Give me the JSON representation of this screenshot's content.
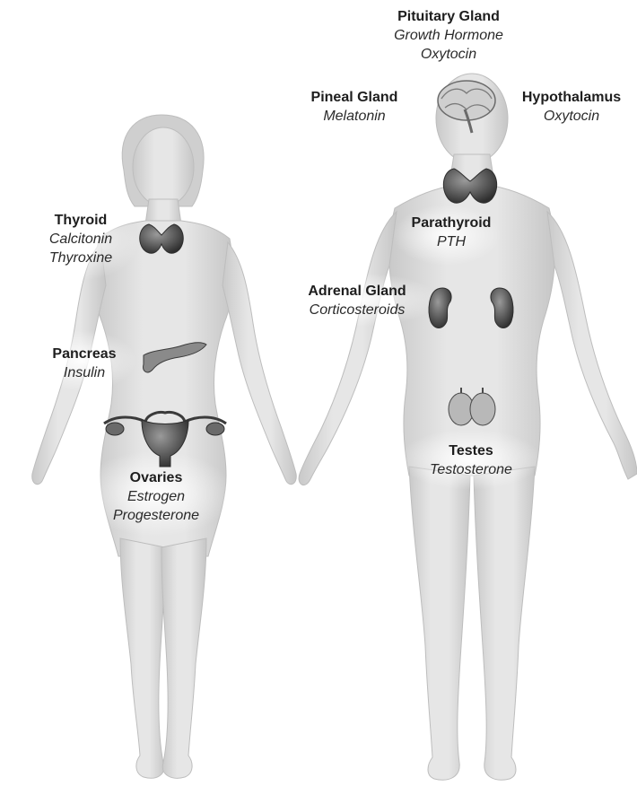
{
  "glands": {
    "pituitary": {
      "name": "Pituitary Gland",
      "hormones": [
        "Growth Hormone",
        "Oxytocin"
      ]
    },
    "pineal": {
      "name": "Pineal Gland",
      "hormones": [
        "Melatonin"
      ]
    },
    "hypothalamus": {
      "name": "Hypothalamus",
      "hormones": [
        "Oxytocin"
      ]
    },
    "thyroid": {
      "name": "Thyroid",
      "hormones": [
        "Calcitonin",
        "Thyroxine"
      ]
    },
    "parathyroid": {
      "name": "Parathyroid",
      "hormones": [
        "PTH"
      ]
    },
    "adrenal": {
      "name": "Adrenal Gland",
      "hormones": [
        "Corticosteroids"
      ]
    },
    "pancreas": {
      "name": "Pancreas",
      "hormones": [
        "Insulin"
      ]
    },
    "ovaries": {
      "name": "Ovaries",
      "hormones": [
        "Estrogen",
        "Progesterone"
      ]
    },
    "testes": {
      "name": "Testes",
      "hormones": [
        "Testosterone"
      ]
    }
  },
  "colors": {
    "body_fill": "#d8d8d8",
    "body_edge": "#bdbdbd",
    "organ_dark": "#3a3a3a",
    "organ_mid": "#7a7a7a",
    "text": "#1e1e1e"
  }
}
